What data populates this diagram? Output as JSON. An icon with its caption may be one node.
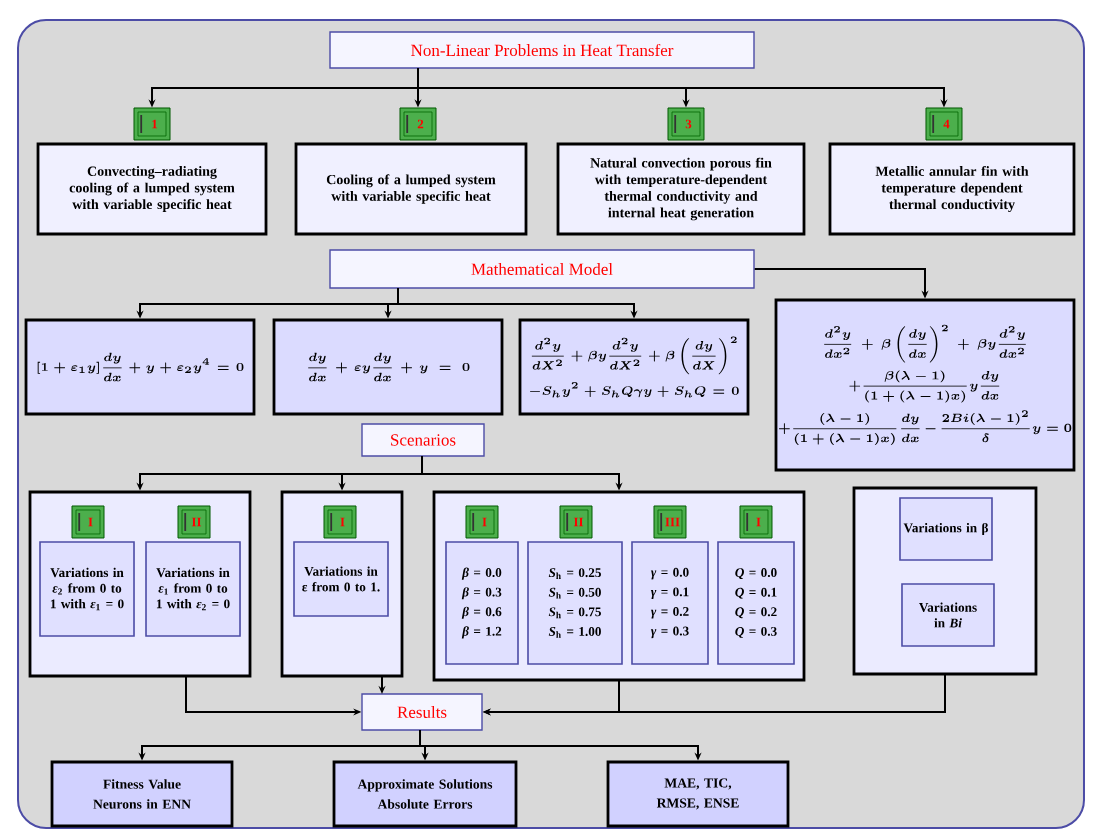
{
  "diagram": {
    "nodes": [
      {
        "text": [
          "Non-Linear Problems in Heat Transfer"
        ]
      },
      {
        "text": [
          "1"
        ]
      },
      {
        "text": [
          "2"
        ]
      },
      {
        "text": [
          "3"
        ]
      },
      {
        "text": [
          "4"
        ]
      },
      {
        "text": [
          "Convecting–radiating cooling of a lumped system with variable specific heat"
        ]
      },
      {
        "text": [
          "Cooling of a lumped system with variable specific heat"
        ]
      },
      {
        "text": [
          "Natural convection porous fin with temperature-dependent thermal conductivity and internal heat generation"
        ]
      },
      {
        "text": [
          "Metallic annular fin with temperature dependent thermal conductivity"
        ]
      },
      {
        "text": [
          "Mathematical Model"
        ]
      },
      {
        "text": [
          "[1+\\varepsilon_1 y]\\frac{dy}{dx}+y+\\varepsilon_2 y^4=0"
        ]
      },
      {
        "text": [
          "\\frac{dy}{dx}+\\varepsilon y\\frac{dy}{dx}+y=0"
        ]
      },
      {
        "text": [
          "\\frac{d^2y}{dX^2}+\\beta y\\frac{d^2y}{dX^2}+\\beta\\left(\\frac{dy}{dX}\\right)^2",
          "-S_h y^2+S_h Q\\gamma y+S_h Q=0"
        ]
      },
      {
        "text": [
          "\\frac{d^2y}{dx^2}+\\beta\\left(\\frac{dy}{dx}\\right)^2+\\beta y\\frac{d^2y}{dx^2}",
          "+\\frac{\\beta(\\lambda-1)}{(1+(\\lambda-1)x)}y\\frac{dy}{dx}",
          "+\\frac{(\\lambda-1)}{(1+(\\lambda-1)x)}\\frac{dy}{dx}-\\frac{2Bi(\\lambda-1)^2}{\\delta}y=0"
        ]
      },
      {
        "text": [
          "Scenarios"
        ]
      },
      {
        "text": [],
        "shape": "box"
      },
      {
        "text": [
          "I"
        ],
        "in": 15
      },
      {
        "text": [
          "II"
        ],
        "in": 15
      },
      {
        "text": [
          "Variations in *ε*$_{2}$ from 0 to 1 with *ε*$_{1}$ = 0"
        ],
        "in": 15
      },
      {
        "text": [
          "Variations in *ε*$_{1}$ from 0 to 1 with *ε*$_{2}$ = 0"
        ],
        "in": 15
      },
      {
        "text": [],
        "shape": "box"
      },
      {
        "text": [
          "I"
        ],
        "in": 20
      },
      {
        "text": [
          "Variations in ε from 0 to 1."
        ],
        "in": 20
      },
      {
        "text": [],
        "shape": "box"
      },
      {
        "text": [
          "I"
        ],
        "in": 23
      },
      {
        "text": [
          "II"
        ],
        "in": 23
      },
      {
        "text": [
          "III"
        ],
        "in": 23
      },
      {
        "text": [
          "I"
        ],
        "in": 23
      },
      {
        "text": [
          "*β* = 0.0",
          "*β* = 0.3",
          "*β* = 0.6",
          "*β* = 1.2"
        ],
        "in": 23
      },
      {
        "text": [
          "*S*$_{h}$ = 0.25",
          "*S*$_{h}$ = 0.50",
          "*S*$_{h}$ = 0.75",
          "*S*$_{h}$ = 1.00"
        ],
        "in": 23
      },
      {
        "text": [
          "*γ* = 0.0",
          "*γ* = 0.1",
          "*γ* = 0.2",
          "*γ* = 0.3"
        ],
        "in": 23
      },
      {
        "text": [
          "*Q* = 0.0",
          "*Q* = 0.1",
          "*Q* = 0.2",
          "*Q* = 0.3"
        ],
        "in": 23
      },
      {
        "text": [],
        "shape": "box"
      },
      {
        "text": [
          "Variations in β"
        ],
        "in": 32
      },
      {
        "text": [
          "Variations in *Bi*"
        ],
        "in": 32
      },
      {
        "text": [
          "Results"
        ]
      },
      {
        "text": [
          "Fitness Value",
          "Neurons in ENN"
        ]
      },
      {
        "text": [
          "Approximate Solutions",
          "Absolute Errors"
        ]
      },
      {
        "text": [
          "MAE, TIC,",
          "RMSE, ENSE"
        ]
      }
    ],
    "edges": [
      {
        "from": 0,
        "to": 1,
        "arrow": "to"
      },
      {
        "from": 0,
        "to": 2,
        "arrow": "to"
      },
      {
        "from": 0,
        "to": 3,
        "arrow": "to"
      },
      {
        "from": 0,
        "to": 4,
        "arrow": "to"
      },
      {
        "from": 9,
        "to": 10,
        "arrow": "to"
      },
      {
        "from": 9,
        "to": 11,
        "arrow": "to"
      },
      {
        "from": 9,
        "to": 12,
        "arrow": "to"
      },
      {
        "from": 9,
        "to": 13,
        "arrow": "to"
      },
      {
        "from": 14,
        "to": 15,
        "arrow": "to"
      },
      {
        "from": 14,
        "to": 20,
        "arrow": "to"
      },
      {
        "from": 14,
        "to": 23,
        "arrow": "to"
      },
      {
        "from": 15,
        "to": 35,
        "arrow": "to"
      },
      {
        "from": 20,
        "to": 35,
        "arrow": "to"
      },
      {
        "from": 23,
        "to": 35,
        "arrow": "to"
      },
      {
        "from": 32,
        "to": 35,
        "arrow": "to"
      },
      {
        "from": 35,
        "to": 36,
        "arrow": "to"
      },
      {
        "from": 35,
        "to": 37,
        "arrow": "to"
      },
      {
        "from": 35,
        "to": 38,
        "arrow": "to"
      }
    ]
  }
}
